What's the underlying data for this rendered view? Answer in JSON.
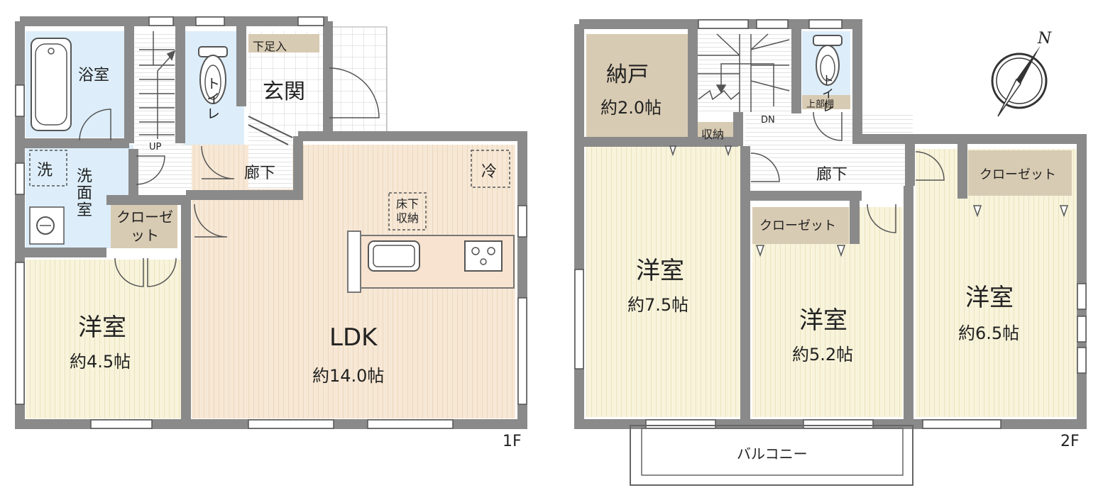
{
  "floor1": {
    "label": "1F",
    "rooms": {
      "bath": "浴室",
      "washroom": "洗面室",
      "wash_mark": "洗",
      "toilet": "トイレ",
      "shoe_storage": "下足入",
      "entrance": "玄関",
      "hallway": "廊下",
      "stairs_up": "UP",
      "fridge_mark": "冷",
      "underfloor_storage": "床下収納",
      "closet": "クローゼット",
      "western_room": "洋室",
      "western_room_area": "約4.5帖",
      "ldk": "LDK",
      "ldk_area": "約14.0帖"
    }
  },
  "floor2": {
    "label": "2F",
    "rooms": {
      "storeroom": "納戸",
      "storeroom_area": "約2.0帖",
      "storage": "収納",
      "toilet": "トイレ",
      "upper_shelf": "上部棚",
      "stairs_down": "DN",
      "hallway": "廊下",
      "closet_east": "クローゼット",
      "closet_center": "クローゼット",
      "western_room_a": "洋室",
      "western_room_a_area": "約7.5帖",
      "western_room_b": "洋室",
      "western_room_b_area": "約5.2帖",
      "western_room_c": "洋室",
      "western_room_c_area": "約6.5帖",
      "balcony": "バルコニー"
    }
  },
  "compass": {
    "north": "N"
  },
  "colors": {
    "wall": "#8a8a8a",
    "floor_wood": "#f8f4dc",
    "ldk_floor": "#f7e8d6",
    "bath_tile": "#ddeefa",
    "storage": "#d8cbb3",
    "counter": "#f7e3cf"
  }
}
